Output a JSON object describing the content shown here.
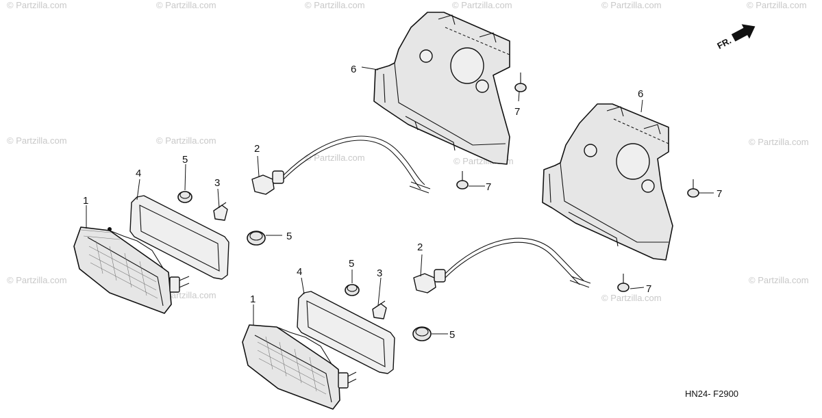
{
  "diagram": {
    "drawing_code": "HN24- F2900",
    "direction_label": "FR.",
    "watermark": "© Partzilla.com",
    "callouts": {
      "p1a": "1",
      "p1b": "1",
      "p2a": "2",
      "p2b": "2",
      "p3a": "3",
      "p3b": "3",
      "p4a": "4",
      "p4b": "4",
      "p5a": "5",
      "p5b": "5",
      "p5c": "5",
      "p5d": "5",
      "p6a": "6",
      "p6b": "6",
      "p7a": "7",
      "p7b": "7",
      "p7c": "7",
      "p7d": "7"
    }
  },
  "icons": {
    "direction": "arrow-right-icon"
  }
}
